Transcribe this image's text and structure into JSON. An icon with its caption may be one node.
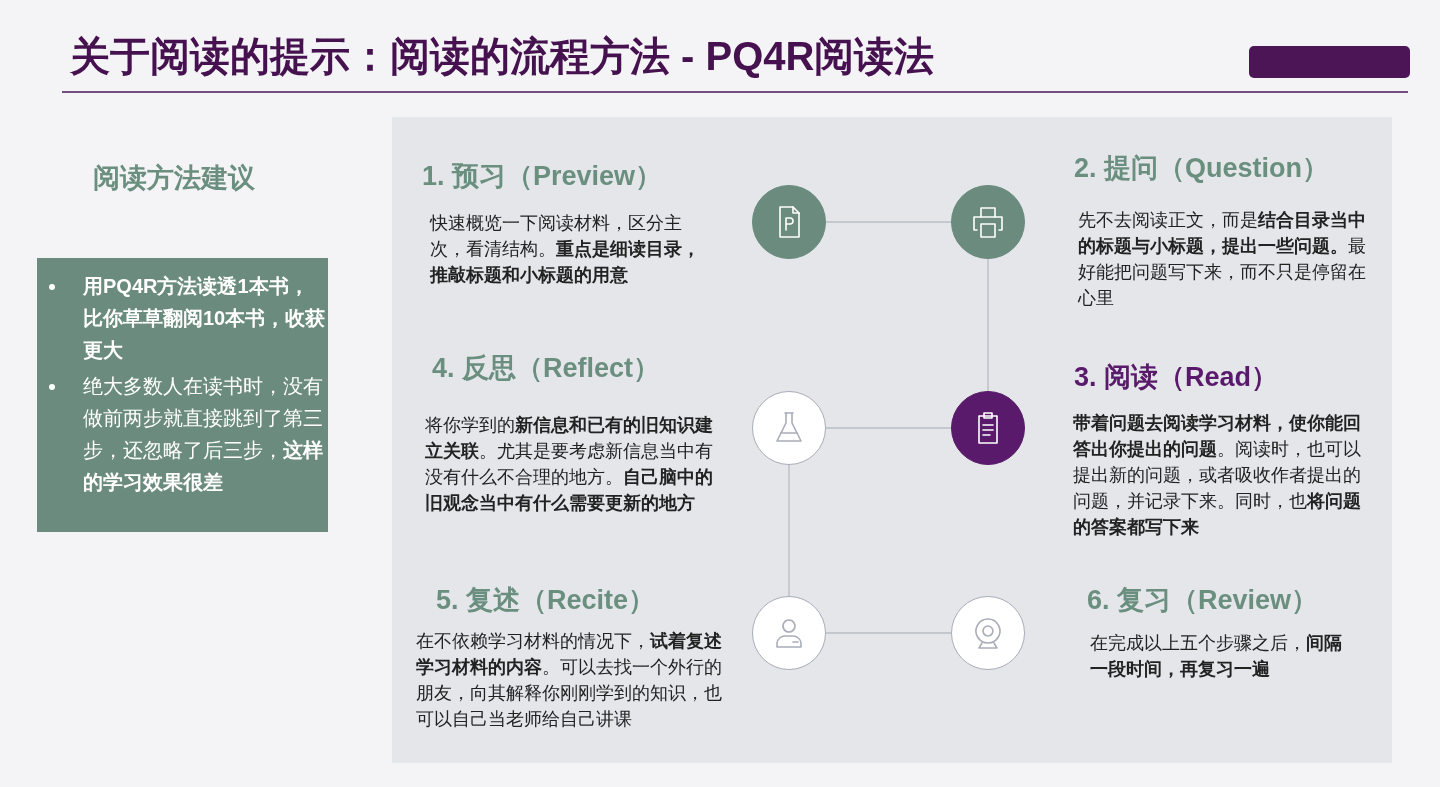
{
  "diagram": {
    "title": "关于阅读的提示：阅读的流程方法 - PQ4R阅读法",
    "nodes": [
      {
        "text": [
          "**用PQ4R方法读透1本书，比你草草翻阅10本书，收获更大**",
          "绝大多数人在读书时，没有做前两步就直接跳到了第三步，还忽略了后三步，**这样的学习效果很差**"
        ]
      },
      {
        "text": [],
        "shape": "circle",
        "beside": [
          "1. 预习（Preview）",
          "快速概览一下阅读材料，区分主次，看清结构。**重点是细读目录，推敲标题和小标题的用意**"
        ]
      },
      {
        "text": [],
        "shape": "circle",
        "beside": [
          "2. 提问（Question）",
          "先不去阅读正文，而是**结合目录当中的标题与小标题，提出一些问题。**最好能把问题写下来，而不只是停留在心里"
        ]
      },
      {
        "text": [],
        "shape": "circle",
        "beside": [
          "4. 反思（Reflect）",
          "将你学到的**新信息和已有的旧知识建立关联**。尤其是要考虑新信息当中有没有什么不合理的地方。**自己脑中的旧观念当中有什么需要更新的地方**"
        ]
      },
      {
        "text": [],
        "shape": "circle",
        "beside": [
          "3. 阅读（Read）",
          "**带着问题去阅读学习材料，使你能回答出你提出的问题**。阅读时，也可以提出新的问题，或者吸收作者提出的问题，并记录下来。同时，也**将问题的答案都写下来**"
        ]
      },
      {
        "text": [],
        "shape": "circle",
        "beside": [
          "5. 复述（Recite）",
          "在不依赖学习材料的情况下，**试着复述学习材料的内容**。可以去找一个外行的朋友，向其解释你刚刚学到的知识，也可以自己当老师给自己讲课"
        ]
      },
      {
        "text": [],
        "shape": "circle",
        "beside": [
          "6. 复习（Review）",
          "在完成以上五个步骤之后，**间隔一段时间，再复习一遍**"
        ]
      }
    ],
    "edges": [
      {
        "from": 1,
        "to": 2,
        "arrow": "none"
      },
      {
        "from": 2,
        "to": 4,
        "arrow": "none"
      },
      {
        "from": 4,
        "to": 3,
        "arrow": "none"
      },
      {
        "from": 3,
        "to": 5,
        "arrow": "none"
      },
      {
        "from": 5,
        "to": 6,
        "arrow": "none"
      }
    ],
    "labels": [
      "阅读方法建议"
    ]
  }
}
